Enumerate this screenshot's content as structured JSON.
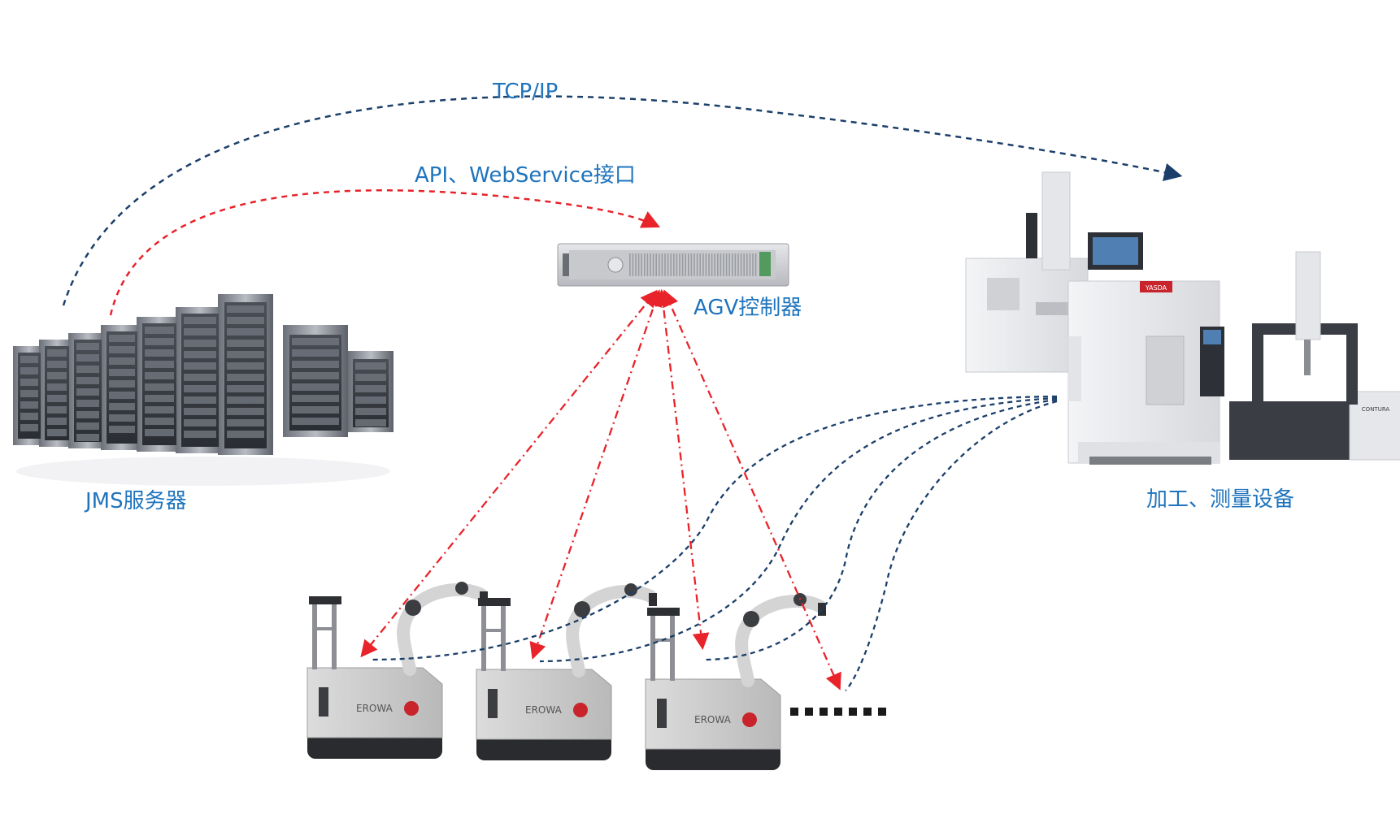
{
  "labels": {
    "tcp": "TCP/IP",
    "api": "API、WebService接口",
    "agv_controller": "AGV控制器",
    "jms_server": "JMS服务器",
    "equipment": "加工、测量设备"
  },
  "robots": [
    {
      "brand": "EROWA"
    },
    {
      "brand": "EROWA"
    },
    {
      "brand": "EROWA"
    }
  ],
  "equipment_brands": {
    "machine": "YASDA",
    "cmm": "CONTURA"
  },
  "colors": {
    "label_blue": "#1f74bd",
    "navy_dash": "#1b3f6a",
    "red_dash": "#e8232a",
    "robot_body": "#c9c9c9",
    "server_dark": "#3a3d44"
  }
}
